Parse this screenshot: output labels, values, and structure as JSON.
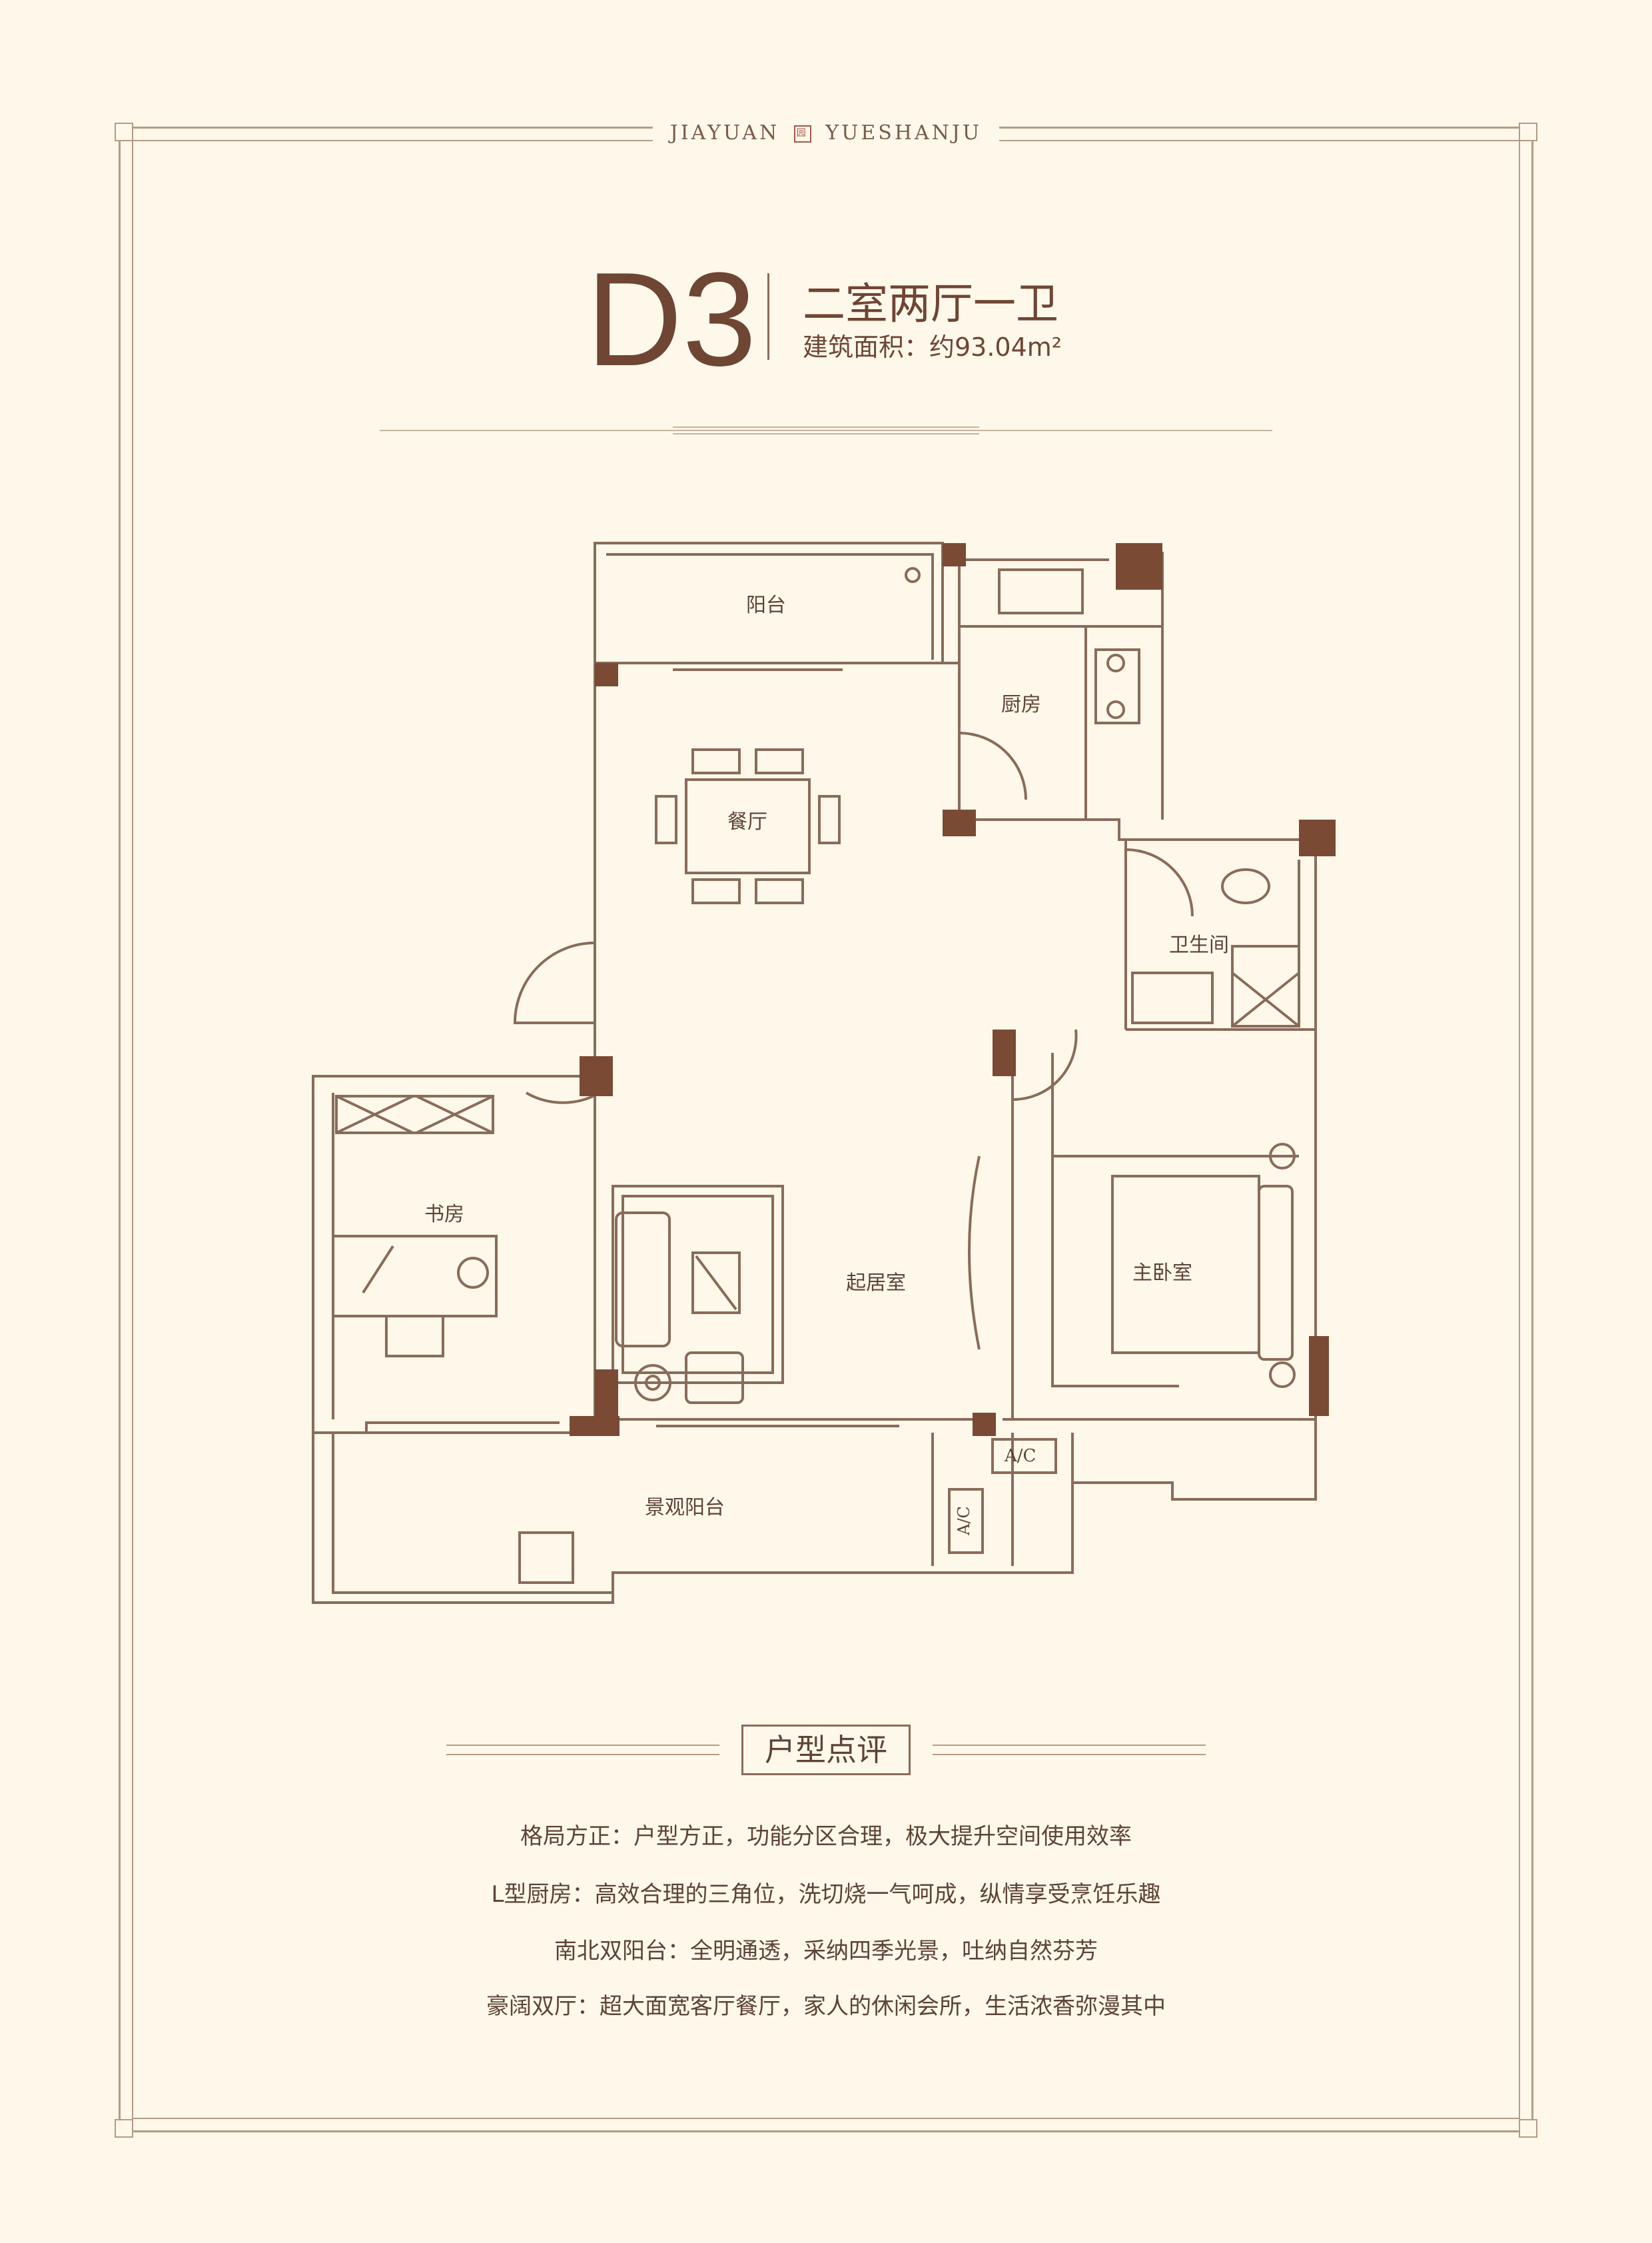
{
  "brand": {
    "left": "JIAYUAN",
    "right": "YUESHANJU",
    "seal": "园"
  },
  "unit": {
    "code": "D3",
    "type": "二室两厅一卫",
    "area_label": "建筑面积：约93.04m²"
  },
  "rooms": {
    "balcony": "阳台",
    "kitchen": "厨房",
    "dining": "餐厅",
    "bathroom": "卫生间",
    "study": "书房",
    "living": "起居室",
    "master": "主卧室",
    "view_balcony": "景观阳台",
    "ac1": "A/C",
    "ac2": "A/C"
  },
  "review": {
    "title": "户型点评",
    "lines": [
      "格局方正：户型方正，功能分区合理，极大提升空间使用效率",
      "L型厨房：高效合理的三角位，洗切烧一气呵成，纵情享受烹饪乐趣",
      "南北双阳台：全明通透，采纳四季光景，吐纳自然芬芳",
      "豪阔双厅：超大面宽客厅餐厅，家人的休闲会所，生活浓香弥漫其中"
    ]
  },
  "colors": {
    "wall": "#7a4a35",
    "line": "#8a6b5a",
    "background": "#fdf8ea"
  }
}
